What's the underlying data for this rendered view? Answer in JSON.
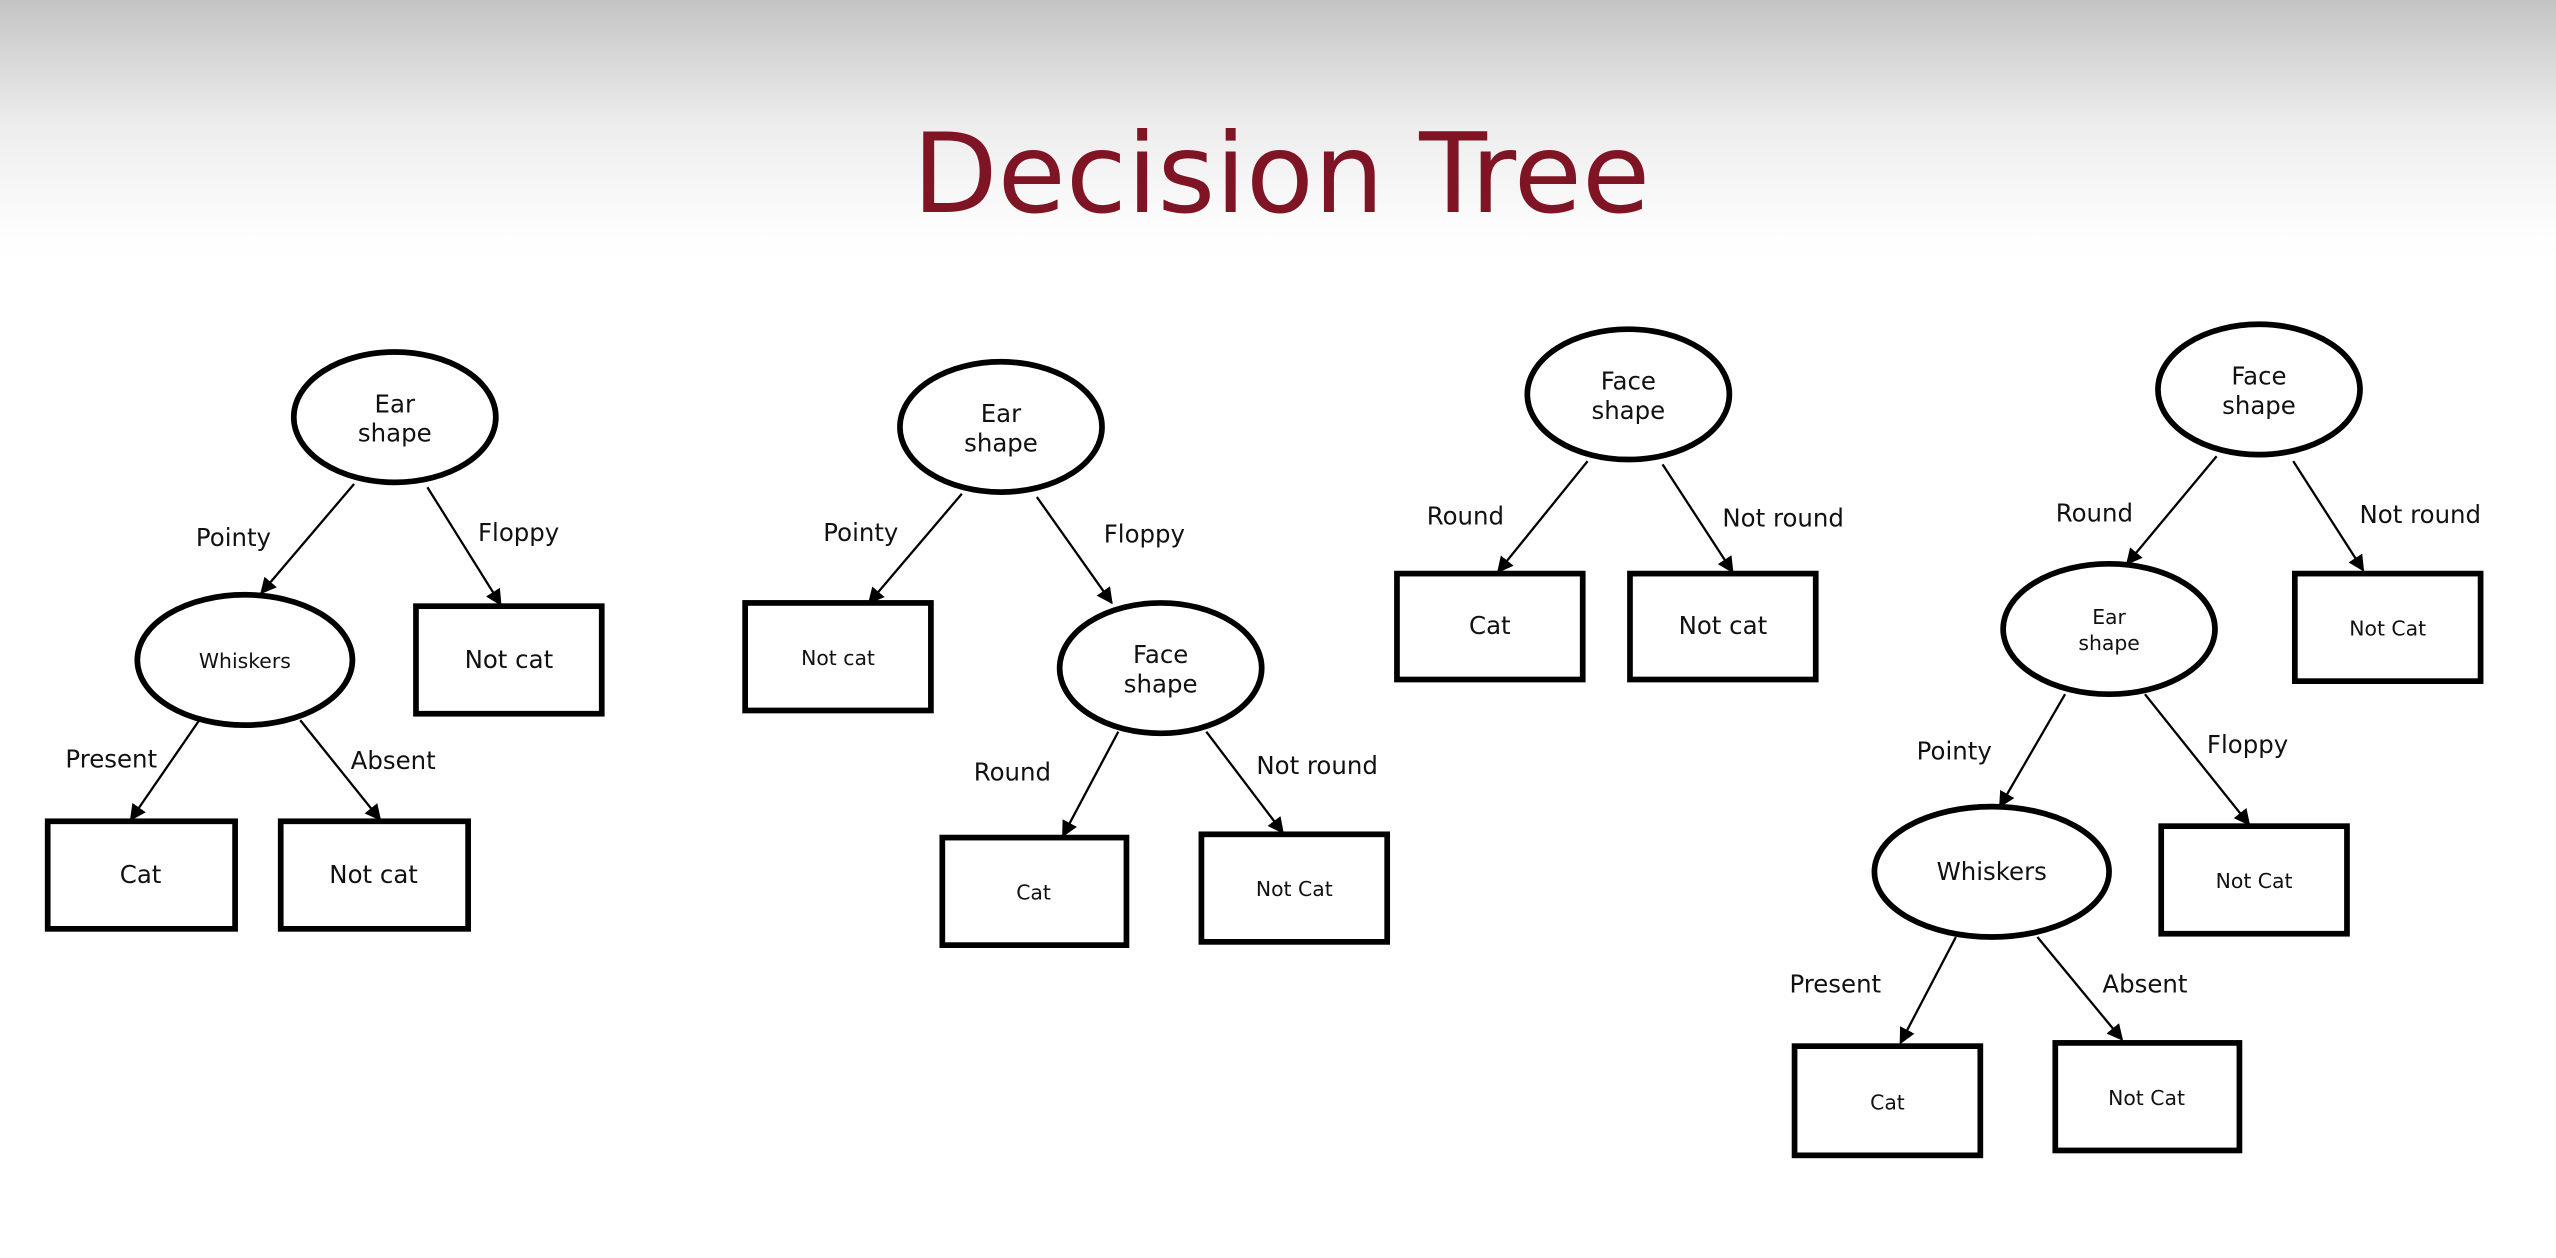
{
  "title": "Decision Tree",
  "trees": [
    {
      "root": [
        "Ear",
        "shape"
      ],
      "edge_left": "Pointy",
      "edge_right": "Floppy",
      "inner": "Whiskers",
      "inner_edge_left": "Present",
      "inner_edge_right": "Absent",
      "leaf_right": "Not cat",
      "leaf_ll": "Cat",
      "leaf_lr": "Not cat"
    },
    {
      "root": [
        "Ear",
        "shape"
      ],
      "edge_left": "Pointy",
      "edge_right": "Floppy",
      "leaf_left": "Not cat",
      "inner": [
        "Face",
        "shape"
      ],
      "inner_edge_left": "Round",
      "inner_edge_right": "Not round",
      "leaf_rl": "Cat",
      "leaf_rr": "Not Cat"
    },
    {
      "root": [
        "Face",
        "shape"
      ],
      "edge_left": "Round",
      "edge_right": "Not round",
      "leaf_left": "Cat",
      "leaf_right": "Not cat"
    },
    {
      "root": [
        "Face",
        "shape"
      ],
      "edge_left": "Round",
      "edge_right": "Not round",
      "leaf_right": "Not Cat",
      "inner": [
        "Ear",
        "shape"
      ],
      "inner_edge_left": "Pointy",
      "inner_edge_right": "Floppy",
      "inner_leaf_right": "Not Cat",
      "inner2": "Whiskers",
      "inner2_edge_left": "Present",
      "inner2_edge_right": "Absent",
      "leaf_ll": "Cat",
      "leaf_lr": "Not Cat"
    }
  ]
}
